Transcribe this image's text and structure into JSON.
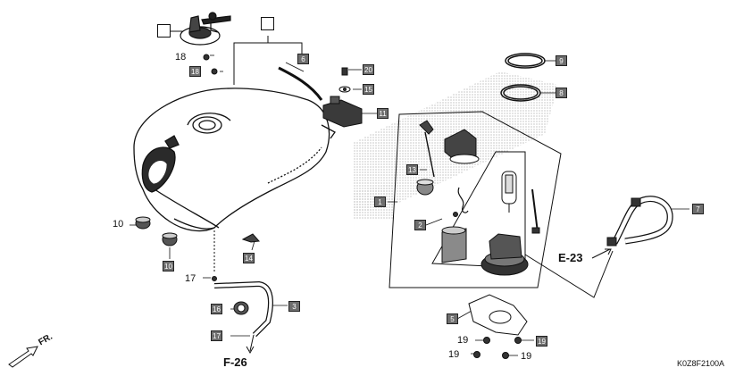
{
  "callouts": {
    "c1": "1",
    "c2": "2",
    "c3": "3",
    "c5": "5",
    "c6": "6",
    "c7": "7",
    "c8": "8",
    "c9": "9",
    "c10b": "10",
    "c11": "11",
    "c13": "13",
    "c14": "14",
    "c15": "15",
    "c16": "16",
    "c17b": "17",
    "c18b": "18",
    "c19b": "19",
    "c20": "20"
  },
  "plain_labels": {
    "p18": "18",
    "p10": "10",
    "p17": "17",
    "p19a": "19",
    "p19b": "19",
    "p19c": "19"
  },
  "references": {
    "e23": "E-23",
    "f26": "F-26"
  },
  "front_indicator": "FR.",
  "diagram_code": "K0Z8F2100A",
  "icons": [
    "front-arrow-icon"
  ],
  "colors": {
    "callout_fill": "#6e6e6e",
    "line": "#111111",
    "hatch": "#c8c8c8"
  }
}
